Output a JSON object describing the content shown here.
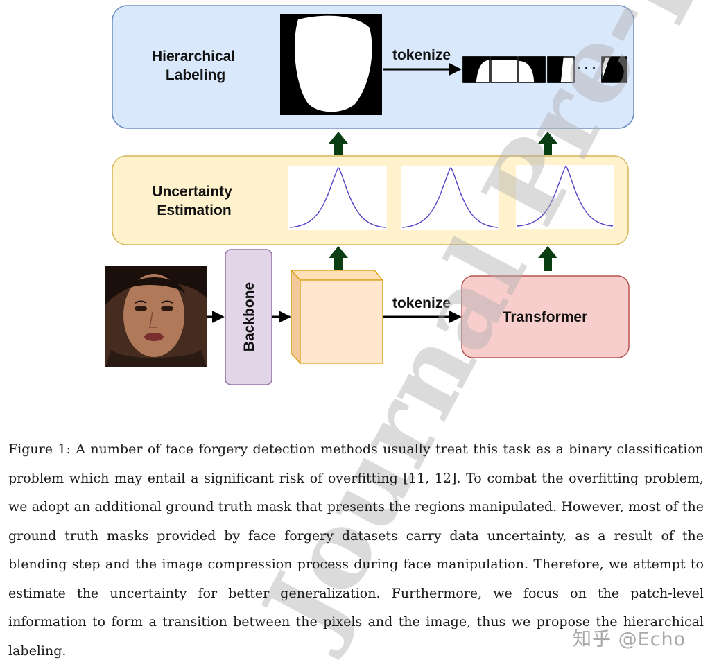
{
  "figure": {
    "hierarchical_labeling": {
      "line1": "Hierarchical",
      "line2": "Labeling"
    },
    "uncertainty_estimation": {
      "line1": "Uncertainty",
      "line2": "Estimation"
    },
    "backbone": "Backbone",
    "transformer": "Transformer",
    "tokenize_top": "tokenize",
    "tokenize_bottom": "tokenize",
    "ellipsis": "· · ·",
    "colors": {
      "labeling_fill": "#dae8fc",
      "labeling_stroke": "#6c8ebf",
      "uncertainty_fill": "#fff2cc",
      "uncertainty_stroke": "#d6b656",
      "backbone_fill": "#e1d5e7",
      "backbone_stroke": "#9673a6",
      "cube_fill": "#ffe6cc",
      "cube_stroke": "#d79b00",
      "transformer_fill": "#f8cecc",
      "transformer_stroke": "#b85450",
      "curve": "#5b3fc4",
      "up_arrow": "#0a3d12"
    }
  },
  "caption": {
    "text": "Figure 1: A number of face forgery detection methods usually treat this task as a binary classification problem which may entail a significant risk of overfitting [11, 12]. To combat the overfitting problem, we adopt an additional ground truth mask that presents the regions manipulated. However, most of the ground truth masks provided by face forgery datasets carry data uncertainty, as a result of the blending step and the image compression process during face manipulation. Therefore, we attempt to estimate the uncertainty for better generalization. Furthermore, we focus on the patch-level information to form a transition between the pixels and the image, thus we propose the hierarchical labeling."
  },
  "watermark": {
    "text": "Journal Pre-proof"
  },
  "zhihu": {
    "text": "知乎 @Echo"
  }
}
